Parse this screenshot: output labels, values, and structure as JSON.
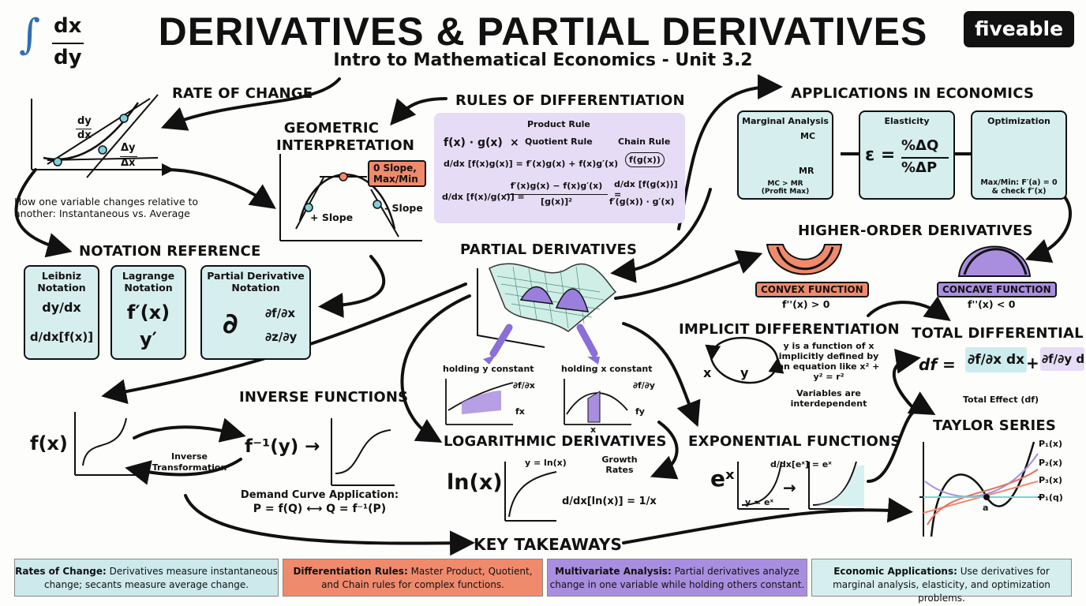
{
  "header": {
    "title": "DERIVATIVES & PARTIAL DERIVATIVES",
    "subtitle": "Intro to Mathematical Economics - Unit 3.2",
    "logo": "fiveable",
    "corner_integral": "∫",
    "corner_dx": "dx",
    "corner_dy": "dy"
  },
  "rate_of_change": {
    "title": "RATE OF CHANGE",
    "dy": "dy",
    "dx": "dx",
    "delta_y": "Δy",
    "delta_x": "Δx",
    "caption": "How one variable changes relative to another: Instantaneous vs. Average"
  },
  "geometric": {
    "title": "GEOMETRIC INTERPRETATION",
    "zero_slope": "0 Slope, Max/Min",
    "plus_slope": "+ Slope",
    "minus_slope": "- Slope"
  },
  "rules": {
    "title": "RULES OF DIFFERENTIATION",
    "product_rule": "Product Rule",
    "product_expr": "f(x) · g(x)",
    "times": "×",
    "quotient_rule": "Quotient Rule",
    "chain_rule": "Chain Rule",
    "chain_expr": "f(g(x))",
    "product_formula": "d/dx [f(x)g(x)] = f′(x)g(x) + f(x)g′(x)",
    "quotient_lhs": "d/dx [f(x)/g(x)] =",
    "quotient_num": "f′(x)g(x) − f(x)g′(x)",
    "quotient_den": "[g(x)]²",
    "chain_formula_1": "d/dx [f(g(x))] =",
    "chain_formula_2": "f′(g(x)) · g′(x)"
  },
  "applications": {
    "title": "APPLICATIONS IN ECONOMICS",
    "marginal_title": "Marginal Analysis",
    "mc": "MC",
    "mr": "MR",
    "marginal_caption_1": "MC > MR",
    "marginal_caption_2": "(Profit Max)",
    "elasticity_title": "Elasticity",
    "elasticity_eps": "ε =",
    "elasticity_num": "%ΔQ",
    "elasticity_den": "%ΔP",
    "optimization_title": "Optimization",
    "optimization_caption_1": "Max/Min: F′(a) = 0",
    "optimization_caption_2": "& check f″(x)"
  },
  "notation": {
    "title": "NOTATION REFERENCE",
    "leibniz_title": "Leibniz Notation",
    "leibniz_1": "dy/dx",
    "leibniz_2": "d/dx[f(x)]",
    "lagrange_title": "Lagrange Notation",
    "lagrange_1": "f′(x)",
    "lagrange_2": "y′",
    "partial_title": "Partial Derivative Notation",
    "partial_symbol": "∂",
    "partial_1": "∂f/∂x",
    "partial_2": "∂z/∂y"
  },
  "partial": {
    "title": "PARTIAL DERIVATIVES",
    "hold_y": "holding y constant",
    "hold_x": "holding x constant",
    "fx_frac": "∂f/∂x",
    "fx": "fx",
    "fy_frac": "∂f/∂y",
    "fy": "fy",
    "x_label": "x"
  },
  "higher_order": {
    "title": "HIGHER-ORDER DERIVATIVES",
    "convex": "CONVEX FUNCTION",
    "convex_cond": "f''(x) > 0",
    "concave": "CONCAVE FUNCTION",
    "concave_cond": "f''(x) < 0"
  },
  "implicit": {
    "title": "IMPLICIT DIFFERENTIATION",
    "x": "x",
    "y": "y",
    "desc": "y is a function of x implicitly defined by an equation like x² + y² = r²",
    "note": "Variables are interdependent"
  },
  "total_diff": {
    "title": "TOTAL DIFFERENTIAL",
    "lhs": "df =",
    "term1": "∂f/∂x dx",
    "plus": "+",
    "term2": "∂f/∂y dy",
    "caption": "Total Effect (df)"
  },
  "inverse": {
    "title": "INVERSE FUNCTIONS",
    "fx": "f(x)",
    "finv": "f⁻¹(y) →",
    "transform": "Inverse Transformation",
    "demand_1": "Demand Curve Application:",
    "demand_2": "P = f(Q) ⟷ Q = f⁻¹(P)"
  },
  "log": {
    "title": "LOGARITHMIC DERIVATIVES",
    "lnx": "ln(x)",
    "y_eq": "y = ln(x)",
    "growth": "Growth Rates",
    "formula": "d/dx[ln(x)] = 1/x"
  },
  "exp": {
    "title": "EXPONENTIAL FUNCTIONS",
    "ex": "eˣ",
    "formula": "d/dx[eˣ] = eˣ",
    "arrow": "→",
    "y_eq": "y = eˣ"
  },
  "taylor": {
    "title": "TAYLOR SERIES",
    "p1": "P₁(x)",
    "p2": "P₂(x)",
    "p3": "P₃(x)",
    "p4": "P₁(q)",
    "a": "a"
  },
  "takeaways": {
    "title": "KEY TAKEAWAYS",
    "items": [
      {
        "head": "Rates of Change:",
        "body": "Derivatives measure instantaneous change; secants measure average change.",
        "color": "#cde9ec"
      },
      {
        "head": "Differentiation Rules:",
        "body": "Master Product, Quotient, and Chain rules for complex functions.",
        "color": "#f08a6c"
      },
      {
        "head": "Multivariate Analysis:",
        "body": "Partial derivatives analyze change in one variable while holding others constant.",
        "color": "#a98ee0"
      },
      {
        "head": "Economic Applications:",
        "body": "Use derivatives for marginal analysis, elasticity, and optimization problems.",
        "color": "#d6eeee"
      }
    ]
  },
  "colors": {
    "teal": "#d6eeee",
    "coral": "#f08a6c",
    "purple": "#a98ee0",
    "lavender": "#e6dcf6"
  }
}
